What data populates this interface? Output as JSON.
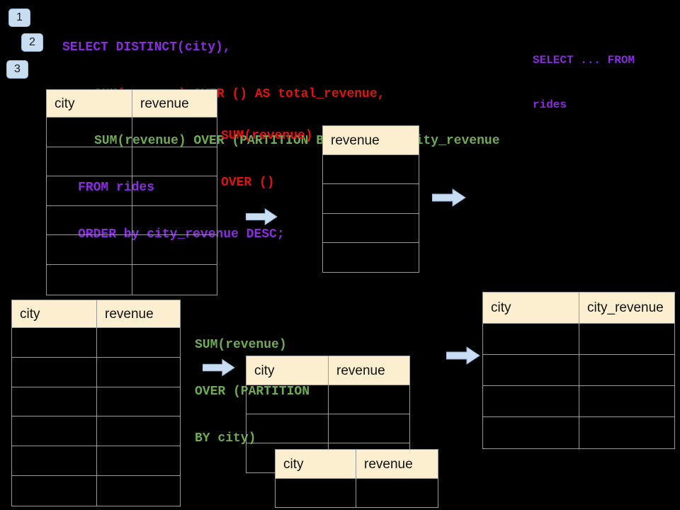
{
  "colors": {
    "background": "#000000",
    "sql_purple": "#8A2BE2",
    "sql_red": "#E01212",
    "sql_green": "#6FAB54",
    "table_header_fill": "#FCEFD0",
    "table_border": "#9A9A9A",
    "arrow_fill": "#C9DEF2",
    "badge_fill": "#C9DDF1"
  },
  "badges": {
    "step1": "1",
    "step2": "2",
    "step3": "3"
  },
  "sql": {
    "lines": [
      "SELECT DISTINCT(city),",
      "SUM(revenue) OVER () AS total_revenue,",
      "SUM(revenue) OVER (PARTITION BY city) as city_revenue",
      "FROM rides",
      "ORDER by city_revenue DESC;"
    ]
  },
  "side_note": {
    "lines": [
      "SELECT ... FROM",
      "rides"
    ]
  },
  "labels": {
    "total_revenue": {
      "lines": [
        "SUM(revenue)",
        "OVER ()"
      ]
    },
    "partition": {
      "lines": [
        "SUM(revenue)",
        "OVER (PARTITION",
        "BY city)"
      ]
    }
  },
  "tables": {
    "source_top": {
      "headers": [
        "city",
        "revenue"
      ],
      "empty_rows": 6
    },
    "total_result": {
      "headers": [
        "revenue"
      ],
      "empty_rows": 4
    },
    "source_bottom": {
      "headers": [
        "city",
        "revenue"
      ],
      "empty_rows": 6
    },
    "partition_step": {
      "headers": [
        "city",
        "revenue"
      ],
      "empty_rows": 3
    },
    "partition_step2": {
      "headers": [
        "city",
        "revenue"
      ],
      "empty_rows": 1
    },
    "partition_result": {
      "headers": [
        "city",
        "city_revenue"
      ],
      "empty_rows": 4
    }
  }
}
